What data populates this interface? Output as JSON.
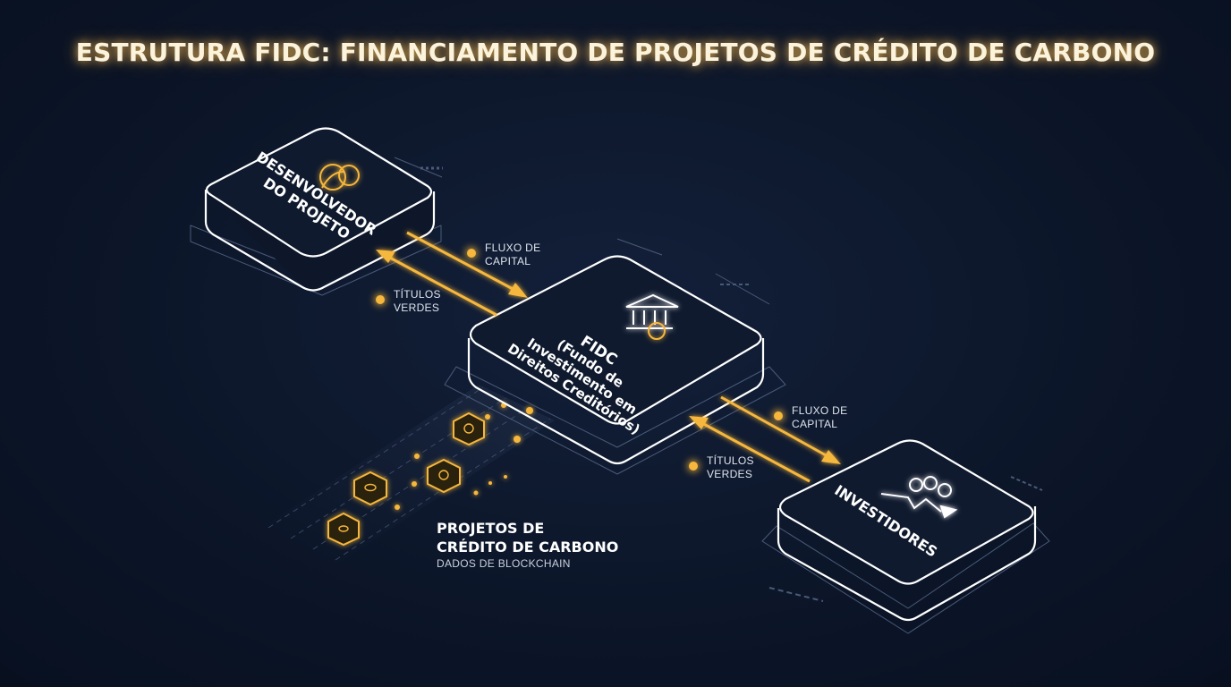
{
  "title": "ESTRUTURA FIDC: FINANCIAMENTO DE PROJETOS DE CRÉDITO DE CARBONO",
  "colors": {
    "background": "#0c1629",
    "accent": "#f6b73c",
    "box_stroke": "#ffffff"
  },
  "nodes": {
    "developer": {
      "line1": "DESENVOLVEDOR",
      "line2": "DO PROJETO",
      "icon": "leaf-gear-icon"
    },
    "fidc": {
      "line1": "FIDC",
      "line2": "(Fundo de",
      "line3": "Investimento em",
      "line4": "Direitos Creditórios)",
      "icon": "bank-coin-icon"
    },
    "investors": {
      "line1": "INVESTIDORES",
      "icon": "people-chart-icon"
    }
  },
  "flows": {
    "upper": {
      "capital_line1": "FLUXO DE",
      "capital_line2": "CAPITAL",
      "bonds_line1": "TÍTULOS",
      "bonds_line2": "VERDES"
    },
    "lower": {
      "capital_line1": "FLUXO DE",
      "capital_line2": "CAPITAL",
      "bonds_line1": "TÍTULOS",
      "bonds_line2": "VERDES"
    }
  },
  "projects": {
    "title_line1": "PROJETOS DE",
    "title_line2": "CRÉDITO DE CARBONO",
    "subtitle": "DADOS DE BLOCKCHAIN",
    "icons": [
      "brain-icon",
      "seed-icon",
      "leaf-icon",
      "circuit-icon",
      "leaf-icon"
    ]
  }
}
